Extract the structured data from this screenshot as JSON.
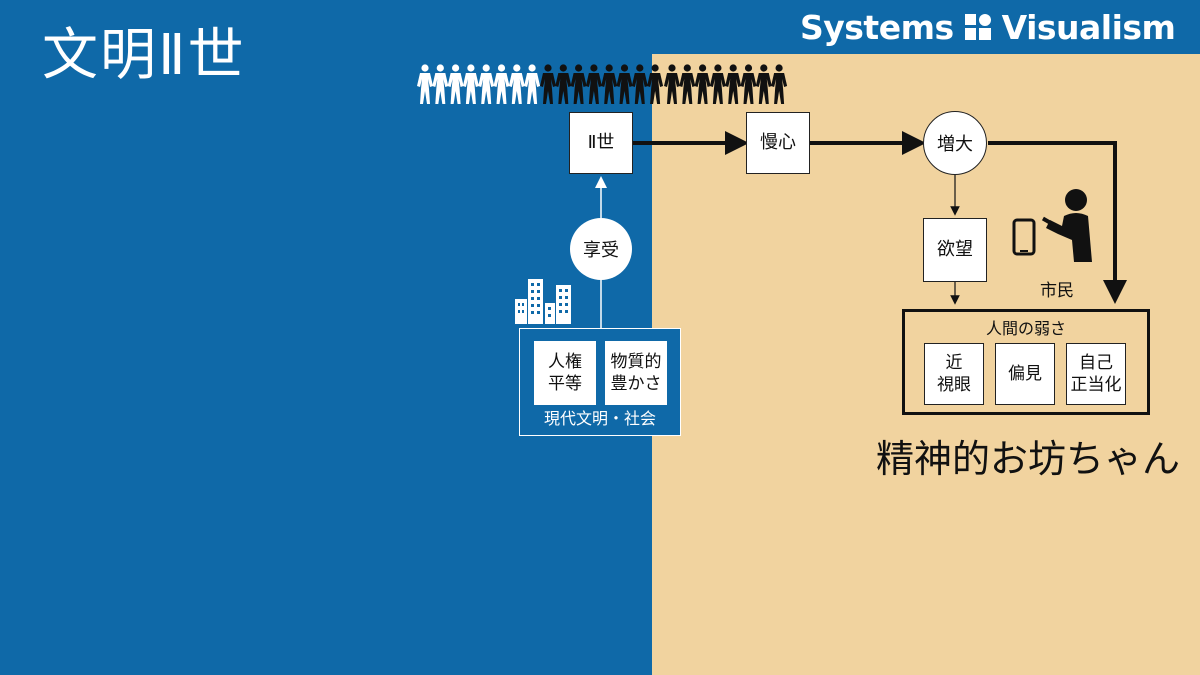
{
  "header": {
    "title": "文明Ⅱ世",
    "brand_left": "Systems",
    "brand_right": "Visualism"
  },
  "colors": {
    "left_panel": "#0f69a8",
    "right_panel": "#f1d39f",
    "stroke": "#111111"
  },
  "people": {
    "white_count": 8,
    "black_count_1": 8,
    "black_count_2": 8
  },
  "nodes": {
    "nisei": "Ⅱ世",
    "kyoju": "享受",
    "manshin": "慢心",
    "zodai": "増大",
    "yokubo": "欲望"
  },
  "modern": {
    "box1": "人権\n平等",
    "box2": "物質的\n豊かさ",
    "caption": "現代文明・社会"
  },
  "citizen_label": "市民",
  "weakness": {
    "label": "人間の弱さ",
    "items": [
      "近\n視眼",
      "偏見",
      "自己\n正当化"
    ]
  },
  "conclusion": "精神的お坊ちゃん",
  "icons": [
    "brand-logo-icon",
    "person-icon",
    "building-icon",
    "smartphone-user-icon"
  ]
}
